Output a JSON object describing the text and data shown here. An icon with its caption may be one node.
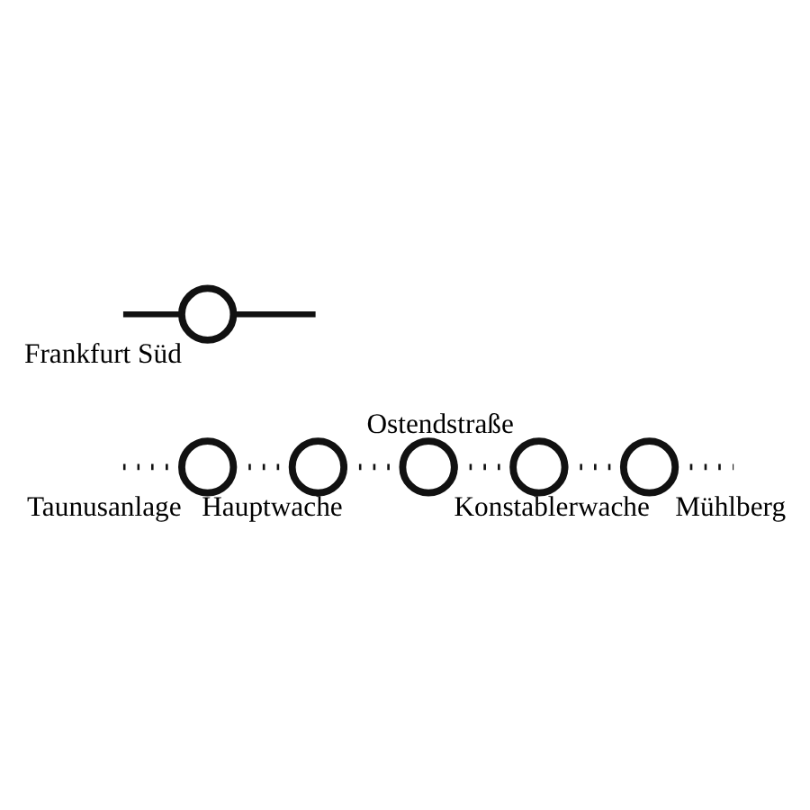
{
  "diagram": {
    "nodes": [
      {
        "text": [],
        "shape": "circle",
        "beside": [
          "Taunusanlage"
        ]
      },
      {
        "text": [],
        "shape": "circle",
        "beside": [
          "Hauptwache"
        ]
      },
      {
        "text": [],
        "shape": "circle",
        "beside": [
          "Konstablerwache"
        ]
      },
      {
        "text": [],
        "shape": "circle",
        "beside": [
          "Ostendstraße"
        ]
      },
      {
        "text": [],
        "shape": "circle",
        "beside": [
          "Mühlberg"
        ]
      },
      {
        "text": [],
        "shape": "circle",
        "beside": [
          "Frankfurt Süd"
        ]
      }
    ],
    "edges": [
      {
        "from": null,
        "to": 0,
        "arrow": "none",
        "style": "dashed"
      },
      {
        "from": 0,
        "to": 1,
        "arrow": "none",
        "style": "dashed"
      },
      {
        "from": 1,
        "to": 2,
        "arrow": "none",
        "style": "dashed"
      },
      {
        "from": 2,
        "to": 3,
        "arrow": "none",
        "style": "dashed"
      },
      {
        "from": 3,
        "to": 4,
        "arrow": "none",
        "style": "dashed"
      },
      {
        "from": 4,
        "to": null,
        "arrow": "none",
        "style": "dashed"
      },
      {
        "from": null,
        "to": 5,
        "arrow": "none"
      },
      {
        "from": 5,
        "to": null,
        "arrow": "none"
      }
    ]
  }
}
